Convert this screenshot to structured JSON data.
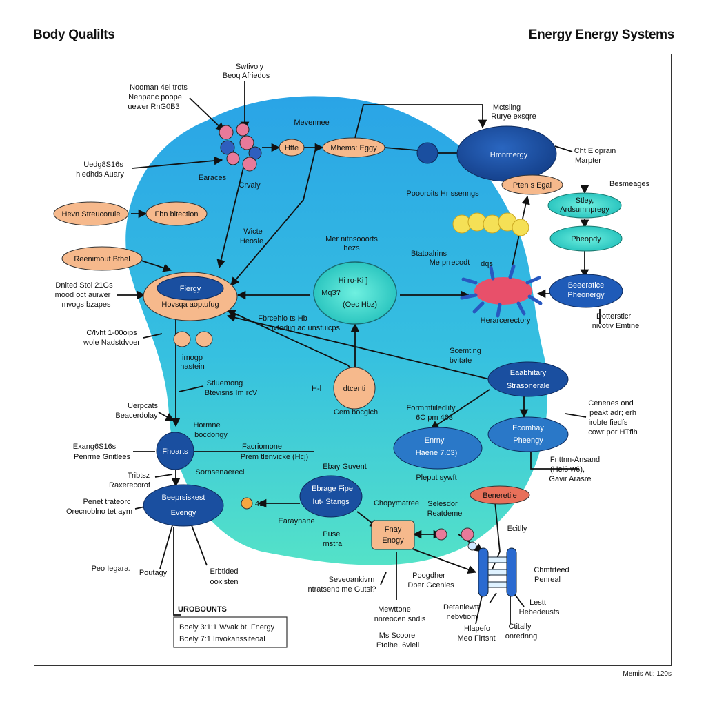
{
  "header": {
    "left_title": "Body Qualilts",
    "right_title": "Energy Energy Systems"
  },
  "footer": {
    "credit": "Memis Ati: 120s"
  },
  "colors": {
    "blob_top": "#2aa4e6",
    "blob_bottom": "#4fe0cc",
    "dark_node": "#1a4fa0",
    "peach_node": "#f6b98c",
    "teal_node": "#3fd6c6",
    "red_node": "#e8705a"
  },
  "nodes": {
    "enzymes_small": "Htte",
    "mhemo_eggy": "Mhems: Eggy",
    "hmenergy": "Hmnrnergy",
    "pten_egal": "Pten s Egal",
    "stley": "Stley,",
    "ardsum": "Ardsumnpregy",
    "pheopdy": "Pheopdy",
    "beoeratice": "Beeeratice",
    "pheenergy": "Pheonergy",
    "hevn_struct": "Hevn Streucorule",
    "fbn_bitection": "Fbn bitection",
    "reanimout": "Reenimout Bthel",
    "energy_top": "Fiergy",
    "energy_bottom": "Hovsqa  aoptufug",
    "center_1": "Hi ro-Ki ]",
    "center_2": "Mq3?",
    "center_3": "(Oec Hbz)",
    "small_disc": "dtcenti",
    "small_disc_prefix": "H-l",
    "eaabhitay": "Eaabhitary",
    "strasonerale": "Strasonerale",
    "energy_mid": "Enrny",
    "hashe": "Haene 7.03)",
    "ecomay": "Ecomhay",
    "phenergy2": "Pheengy",
    "fboarts": "Fhoarts",
    "bagroiskest": "Beeprsiskest",
    "evenergy": "Evengy",
    "ebrage_1": "Ebrage Fipe",
    "ebrage_2": "Iut- Stangs",
    "fnay_1": "Fnay",
    "fnay_2": "Enogy",
    "beacrestile": "Beneretile",
    "num_41": "41"
  },
  "labels": {
    "swtivoly_1": "Swtivoly",
    "swtivoly_2": "Beoq Afriedos",
    "noonan_1": "Nooman 4ei trots",
    "noonan_2": "Nenpanc poope",
    "noonan_3": "uewer RnG0B3",
    "mevenne": "Mevennee",
    "mctsing_1": "Mctsiing",
    "mctsing_2": "Rurye exsqre",
    "ct_elopin_1": "Cht Eloprain",
    "ct_elopin_2": "Marpter",
    "uedg_1": "Uedg8S16s",
    "uedg_2": "hledhds Auary",
    "earaces": "Earaces",
    "crvaly": "Crvaly",
    "poporoits": "Poooroits Hr ssenngs",
    "besmeages": "Besmeages",
    "wicte_1": "Wicte",
    "wicte_2": "Heosle",
    "mermis_1": "Mer nitnsooorts",
    "mermis_2": "hezs",
    "bataloans_1": "Btatoalrins",
    "bataloans_2": "Me prrecodt",
    "dqs": "dqs",
    "dnited_1": "Dnited Stol 21Gs",
    "dnited_2": "mood oct auiwer",
    "dnited_3": "mvogs bzapes",
    "frcaile_1": "Fbrcehio ts Hb",
    "frcaile_2": "Ebvtodiig ao unsfuicps",
    "heraneemcy": "Herarcerectory",
    "dottersticr_1": "Dottersticr",
    "dottersticr_2": "nivotiv Emtine",
    "cmult_1": "C/lvht 1-00oips",
    "cmult_2": "wole Nadstdvoer",
    "imogp_1": "imogp",
    "imogp_2": "nastein",
    "scemting_1": "Scemting",
    "scemting_2": "bvitate",
    "stuemng_1": "Stiuemong",
    "stuemng_2": "Btevisns Im rcV",
    "uepcats_1": "Uerpcats",
    "uepcats_2": "Beacerdolay",
    "cembocgich": "Cem bocgich",
    "fommtii_1": "Formmtiiledlity",
    "fommtii_2": "6C pm 463",
    "cenenes_1": "Cenenes ond",
    "cenenes_2": "peakt adr; erh",
    "cenenes_3": "irobte fiedfs",
    "cenenes_4": "cowr por HTfih",
    "hormae_1": "Hormne",
    "hormae_2": "bocdongy",
    "exang_1": "Exang6S16s",
    "exang_2": "Penrme Gnitlees",
    "facomone_1": "Facriomone",
    "facomone_2": "Prem tlenvicke (Hcj)",
    "sonosene": "Sornsenaerecl",
    "tribtsz_1": "Tribtsz",
    "tribtsz_2": "Raxerecorof",
    "pehet_1": "Penet trateorc",
    "pehet_2": "Orecnoblno tet aym",
    "ebay_guvent": "Ebay Guvent",
    "chopmatire": "Chopymatree",
    "seleotor_1": "Selesdor",
    "seleotor_2": "Reatdeme",
    "pleput_swft": "Pleput sywft",
    "fnttnn_1": "Fnttnn-Ansand",
    "fnttnn_2": "(Hel6 w6),",
    "fnttnn_3": "Gavir Arasre",
    "earaymare": "Earaynane",
    "pusel_1": "Pusel",
    "pusel_2": "rnstra",
    "ecitlly": "Ecitlly",
    "peo_iegara": "Peo Iegara.",
    "poutagy": "Poutagy",
    "erbtided_1": "Erbtided",
    "erbtided_2": "ooxisten",
    "sevoe_1": "Seveoankivrn",
    "sevoe_2": "ntratsenp me Gutsi?",
    "poodaher_1": "Poogdher",
    "poodaher_2": "Dber Gcenies",
    "cmmedeel_1": "Chmtrteed",
    "cmmedeel_2": "Penreal",
    "mewtrlone_1": "Mewttone",
    "mewtrlone_2": "nnreocen sndis",
    "dotanlewutt_1": "Detanlewtt",
    "dotanlewutt_2": "nebvtiom",
    "lesit_1": "Lestt",
    "lesit_2": "Hebedeusts",
    "ms_scooe_1": "Ms Scoore",
    "ms_scooe_2": "Etoihe, 6vieil",
    "hepafo_1": "Hlapefo",
    "hepafo_2": "Meo Firtsnt",
    "ctitally_1": "Ctitally",
    "ctitally_2": "onrednng"
  },
  "legend": {
    "title": "UROBOUNTS",
    "row1": "Boely 3:1:1 Wvak bt. Fnergy",
    "row2": "Boely 7:1 Invokanssiteoal"
  }
}
